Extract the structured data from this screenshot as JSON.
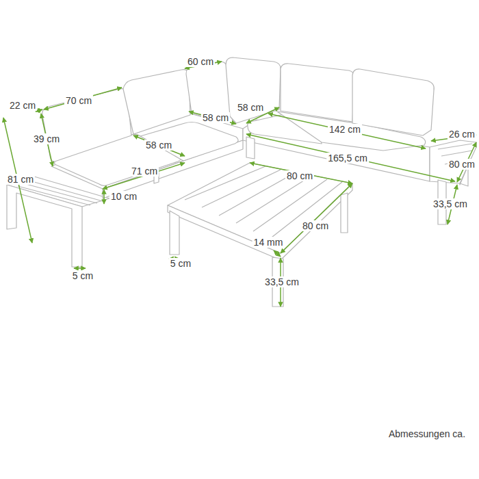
{
  "diagram": {
    "labels": [
      "60 cm",
      "22 cm",
      "70 cm",
      "58 cm",
      "58 cm",
      "142 cm",
      "26 cm",
      "39 cm",
      "58 cm",
      "165,5 cm",
      "80 cm",
      "71 cm",
      "80 cm",
      "81 cm",
      "10 cm",
      "33,5 cm",
      "80 cm",
      "14 mm",
      "5 cm",
      "5 cm",
      "33,5 cm",
      "Abmessungen ca."
    ]
  }
}
